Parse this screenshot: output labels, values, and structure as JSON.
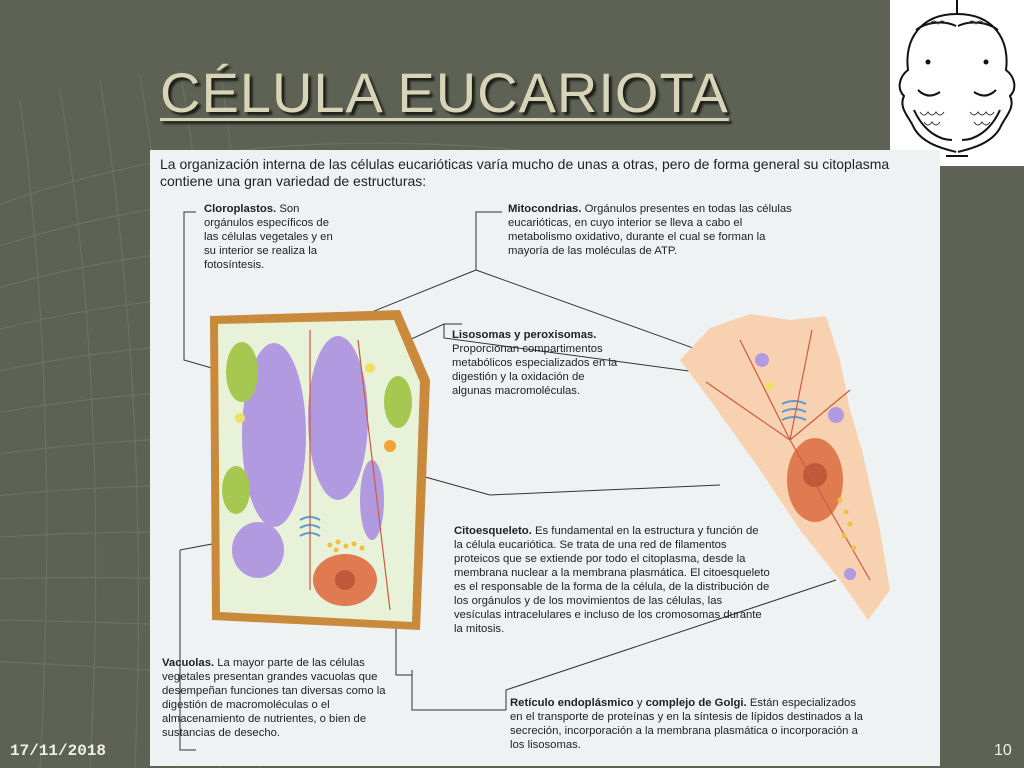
{
  "slide": {
    "title": "CÉLULA EUCARIOTA",
    "date": "17/11/2018",
    "page_number": "10"
  },
  "figure": {
    "intro": "La organización interna de las células eucarióticas varía mucho de unas a otras, pero de forma general su citoplasma contiene una gran variedad de estructuras:",
    "callouts": {
      "cloroplastos": {
        "term": "Cloroplastos.",
        "text": "Son orgánulos específicos de las células vegetales y en su interior se realiza la fotosíntesis."
      },
      "mitocondrias": {
        "term": "Mitocondrias.",
        "text": "Orgánulos presentes en todas las células eucarióticas, en cuyo interior se lleva a cabo el metabolismo oxidativo, durante el cual se forman la mayoría de las moléculas de ATP."
      },
      "lisosomas": {
        "term": "Lisosomas y peroxisomas.",
        "text": "Proporcionan compartimentos metabólicos especializados en la digestión y la oxidación de algunas macromoléculas."
      },
      "citoesqueleto": {
        "term": "Citoesqueleto.",
        "text": "Es fundamental en la estructura y función de la célula eucariótica. Se trata de una red de filamentos proteicos que se extiende por todo el citoplasma, desde la membrana nuclear a la membrana plasmática. El citoesqueleto es el responsable de la forma de la célula, de la distribución de los orgánulos y de los movimientos de las células, las vesículas intracelulares e incluso de los cromosomas durante la mitosis."
      },
      "vacuolas": {
        "term": "Vacuolas.",
        "text": "La mayor parte de las células vegetales presentan grandes vacuolas que desempeñan funciones tan diversas como la digestión de macromoléculas o el almacenamiento de nutrientes, o bien de sustancias de desecho."
      },
      "reticulo": {
        "term": "Retículo endoplásmico",
        "connector": "y",
        "term2": "complejo de Golgi.",
        "text": "Están especializados en el transporte de proteínas y en la síntesis de lípidos destinados a la secreción, incorporación a la membrana plasmática o incorporación a los lisosomas."
      }
    }
  },
  "colors": {
    "background": "#5e6254",
    "title": "#d8d4b8",
    "panel": "#eef2f2",
    "vacuole": "#b29ae0",
    "chloroplast": "#a6c850",
    "cell_wall": "#c98a3c",
    "nucleus": "#e07a50",
    "animal_cell": "#f8d2b0"
  },
  "icons": {
    "logo": "janus-head-icon"
  }
}
